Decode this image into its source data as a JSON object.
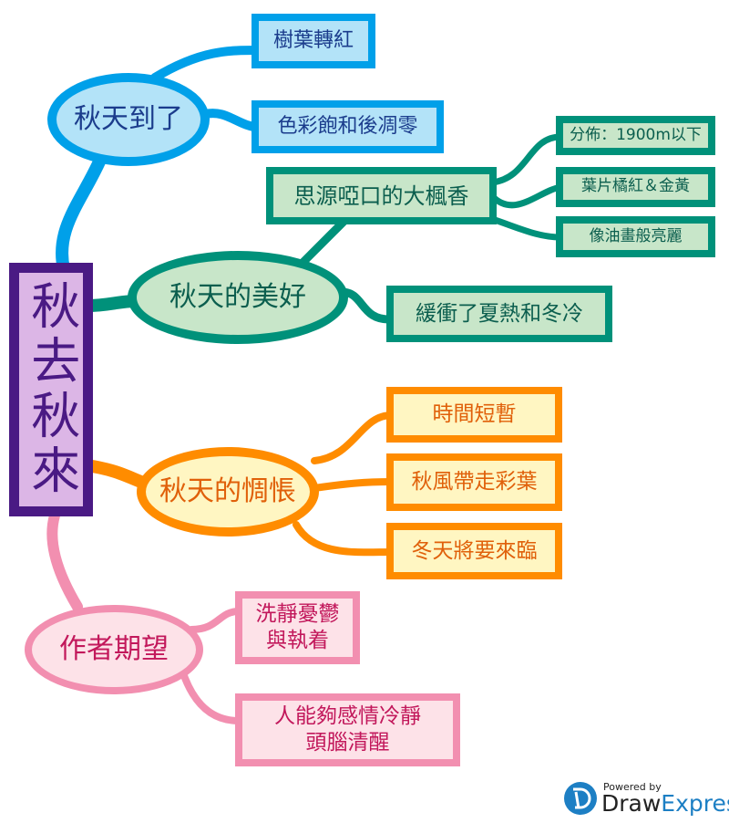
{
  "root": "秋去秋來",
  "branches": {
    "autumn_arrives": {
      "label": "秋天到了",
      "children": [
        "樹葉轉紅",
        "色彩飽和後凋零"
      ]
    },
    "beauty": {
      "label": "秋天的美好",
      "maple": {
        "label": "思源啞口的大楓香",
        "children": [
          "分佈：1900m以下",
          "葉片橘紅＆金黃",
          "像油畫般亮麗"
        ]
      },
      "children": [
        "緩衝了夏熱和冬冷"
      ]
    },
    "melancholy": {
      "label": "秋天的惆悵",
      "children": [
        "時間短暫",
        "秋風帶走彩葉",
        "冬天將要來臨"
      ]
    },
    "hope": {
      "label": "作者期望",
      "children": [
        "洗靜憂鬱\n與執着",
        "人能夠感情冷靜\n頭腦清醒"
      ]
    }
  },
  "logo": {
    "powered": "Powered by",
    "brand_a": "Draw",
    "brand_b": "Express"
  },
  "colors": {
    "blue": "#00a0e9",
    "green": "#00917a",
    "orange": "#ff8c00",
    "pink": "#f28fb0",
    "purple": "#4a1a84"
  }
}
